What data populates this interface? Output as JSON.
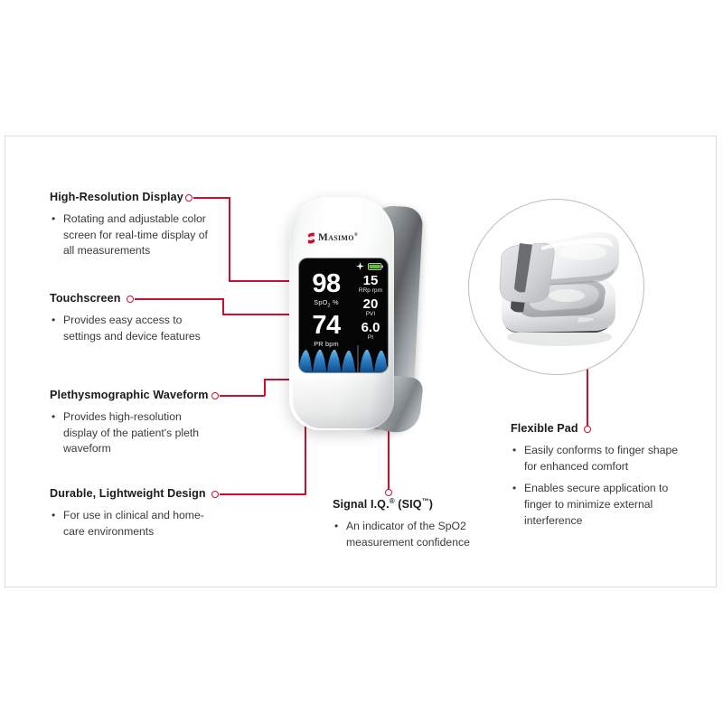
{
  "meta": {
    "accent_color": "#C8102E",
    "screen_bg": "#050505",
    "pleth_color": "#2E7FC4",
    "battery_color": "#5BC236"
  },
  "callouts": {
    "high_res_display": {
      "title": "High-Resolution Display",
      "bullets": [
        "Rotating and adjustable color screen for real-time display of all measurements"
      ]
    },
    "touchscreen": {
      "title": "Touchscreen",
      "bullets": [
        "Provides easy access to settings and device features"
      ]
    },
    "pleth_waveform": {
      "title": "Plethysmographic Waveform",
      "bullets": [
        "Provides high-resolution display of the patient's pleth waveform"
      ]
    },
    "durable_design": {
      "title": "Durable, Lightweight Design",
      "bullets": [
        "For use in clinical and home-care environments"
      ]
    },
    "signal_iq": {
      "title": "Signal I.Q.",
      "title_sup1": "®",
      "title_rest": "(SIQ",
      "title_sup2": "™",
      "title_end": ")",
      "bullets": [
        "An indicator of the SpO2 measurement confidence"
      ]
    },
    "flexible_pad": {
      "title": "Flexible Pad",
      "bullets": [
        "Easily conforms to finger shape for enhanced comfort",
        "Enables secure application to finger to minimize external interference"
      ]
    }
  },
  "device": {
    "brand_name": "Masimo",
    "brand_tm": "®",
    "screen": {
      "spo2_value": "98",
      "spo2_label_main": "SpO",
      "spo2_label_sub": "2",
      "spo2_label_unit": "%",
      "pr_value": "74",
      "pr_label": "PR bpm",
      "rrp_value": "15",
      "rrp_label": "RRp rpm",
      "pvi_value": "20",
      "pvi_label": "PVI",
      "pi_value": "6.0",
      "pi_label": "PI",
      "siq_icon": "signal-iq-icon",
      "battery_icon": "battery-full-icon"
    }
  }
}
